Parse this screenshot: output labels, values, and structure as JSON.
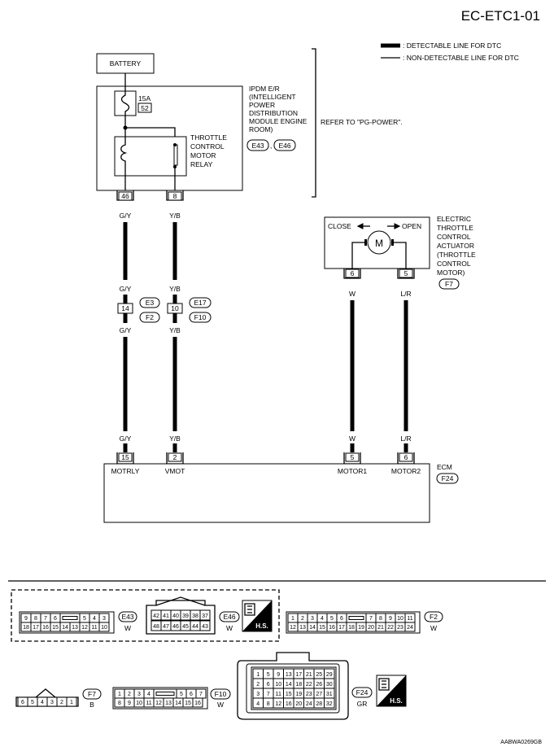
{
  "header": {
    "code": "EC-ETC1-01",
    "footer_code": "AABWA0269GB"
  },
  "legend": {
    "detectable": ": DETECTABLE LINE FOR DTC",
    "non_detectable": ": NON-DETECTABLE LINE FOR DTC"
  },
  "battery": {
    "label": "BATTERY"
  },
  "fuse": {
    "rating": "15A",
    "number": "52"
  },
  "ipdm": {
    "lines": [
      "IPDM E/R",
      "(INTELLIGENT",
      "POWER",
      "DISTRIBUTION",
      "MODULE ENGINE",
      "ROOM)"
    ],
    "connectors": [
      "E43",
      "E46"
    ],
    "sep": ",",
    "refer": "REFER TO \"PG-POWER\"."
  },
  "relay": {
    "lines": [
      "THROTTLE",
      "CONTROL",
      "MOTOR",
      "RELAY"
    ]
  },
  "terminals": {
    "ipdm_46": "46",
    "ipdm_8": "8",
    "jc_14": "14",
    "jc_10": "10",
    "ecm_15": "15",
    "ecm_2": "2",
    "ecm_5": "5",
    "ecm_6": "6",
    "act_6": "6",
    "act_5": "5"
  },
  "wire_colors": {
    "gy": "G/Y",
    "yb": "Y/B",
    "w": "W",
    "lr": "L/R"
  },
  "junction_connectors": {
    "e3": "E3",
    "f2": "F2",
    "e17": "E17",
    "f10": "F10"
  },
  "actuator": {
    "close": "CLOSE",
    "open": "OPEN",
    "motor_symbol": "M",
    "lines": [
      "ELECTRIC",
      "THROTTLE",
      "CONTROL",
      "ACTUATOR",
      "(THROTTLE",
      "CONTROL",
      "MOTOR)"
    ],
    "connector": "F7"
  },
  "ecm": {
    "label": "ECM",
    "connector": "F24",
    "pins": [
      "MOTRLY",
      "VMOT",
      "MOTOR1",
      "MOTOR2"
    ]
  },
  "connector_views": {
    "e43": {
      "id": "E43",
      "color": "W",
      "row1": [
        "9",
        "8",
        "7",
        "6",
        "",
        "5",
        "4",
        "3"
      ],
      "row2": [
        "18",
        "17",
        "16",
        "15",
        "14",
        "13",
        "12",
        "11",
        "10"
      ]
    },
    "e46": {
      "id": "E46",
      "color": "W",
      "row1": [
        "42",
        "41",
        "40",
        "39",
        "38",
        "37"
      ],
      "row2": [
        "48",
        "47",
        "46",
        "45",
        "44",
        "43"
      ]
    },
    "hs": "H.S.",
    "f2": {
      "id": "F2",
      "color": "W",
      "row1": [
        "1",
        "2",
        "3",
        "4",
        "5",
        "6",
        "",
        "7",
        "8",
        "9",
        "10",
        "11"
      ],
      "row2": [
        "12",
        "13",
        "14",
        "15",
        "16",
        "17",
        "18",
        "19",
        "20",
        "21",
        "22",
        "23",
        "24"
      ]
    },
    "f7": {
      "id": "F7",
      "color": "B",
      "row": [
        "6",
        "5",
        "4",
        "3",
        "2",
        "1"
      ]
    },
    "f10": {
      "id": "F10",
      "color": "W",
      "row1": [
        "1",
        "2",
        "3",
        "4",
        "",
        "5",
        "6",
        "7"
      ],
      "row2": [
        "8",
        "9",
        "10",
        "11",
        "12",
        "13",
        "14",
        "15",
        "16"
      ]
    },
    "f24": {
      "id": "F24",
      "color": "GR",
      "rows": [
        [
          "1",
          "5",
          "9",
          "13",
          "17",
          "21",
          "25",
          "29"
        ],
        [
          "2",
          "6",
          "10",
          "14",
          "18",
          "22",
          "26",
          "30"
        ],
        [
          "3",
          "7",
          "11",
          "15",
          "19",
          "23",
          "27",
          "31"
        ],
        [
          "4",
          "8",
          "12",
          "16",
          "20",
          "24",
          "28",
          "32"
        ]
      ]
    }
  }
}
